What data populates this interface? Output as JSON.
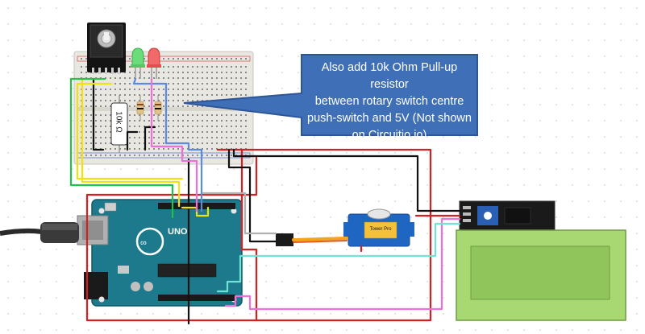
{
  "callout": {
    "lines": [
      "Also add 10k Ohm Pull-up resistor",
      "between rotary switch centre",
      "push-switch and 5V (Not shown",
      "on Circuitio.io)"
    ]
  },
  "labels": {
    "resistor_value": "10k Ω",
    "board_model": "UNO",
    "servo_label": "Tower Pro"
  },
  "colors": {
    "callout_fill": "#3f6fb6",
    "callout_border": "#2d5597",
    "board_blue": "#1c7a8c",
    "breadboard": "#e8e6e0",
    "lcd_green": "#a8d872",
    "servo_blue": "#1f66c2",
    "wire_red": "#d42020",
    "wire_yellow": "#f2e20c",
    "wire_green": "#23c04a",
    "wire_blue": "#5a8be0",
    "wire_pink": "#ee6fd9",
    "wire_cyan": "#6fe3d6",
    "wire_black": "#111111",
    "wire_grey": "#b0b0b0"
  }
}
